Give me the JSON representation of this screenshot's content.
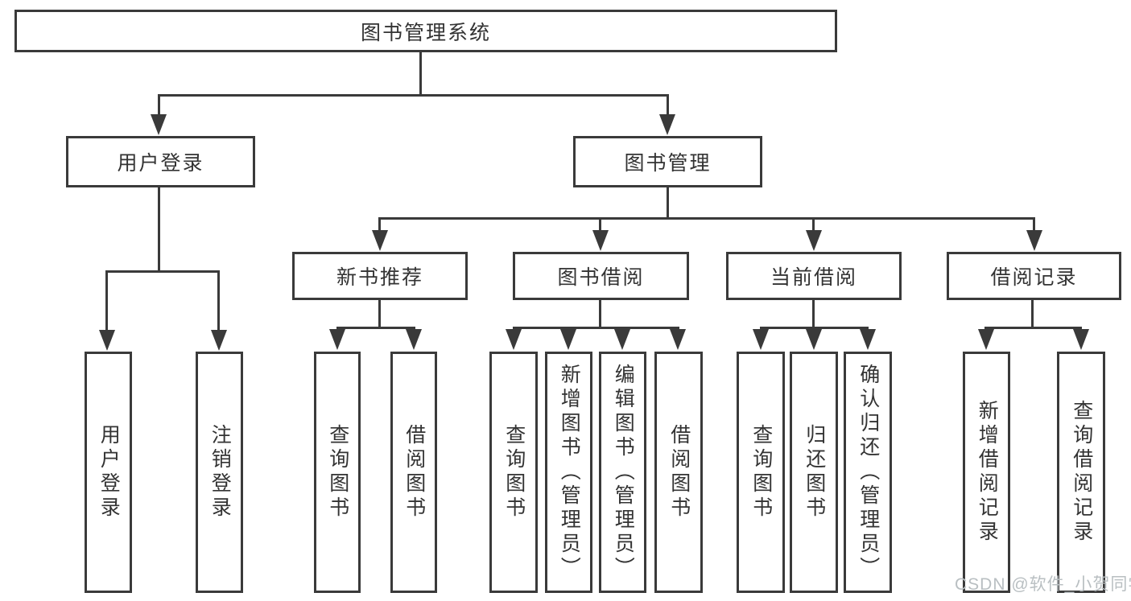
{
  "nodes": {
    "root": "图书管理系统",
    "user_login": "用户登录",
    "book_mgmt": "图书管理",
    "new_book_rec": "新书推荐",
    "book_borrow": "图书借阅",
    "current_borrow": "当前借阅",
    "borrow_records": "借阅记录",
    "leaves": {
      "user_login": "用户登录",
      "logout": "注销登录",
      "rec_query_book": "查询图书",
      "rec_borrow_book": "借阅图书",
      "bor_query_book": "查询图书",
      "bor_add_book": "新增图书（管理员）",
      "bor_edit_book": "编辑图书（管理员）",
      "bor_borrow_book": "借阅图书",
      "cur_query_book": "查询图书",
      "cur_return_book": "归还图书",
      "cur_confirm_return": "确认归还（管理员）",
      "log_add_record": "新增借阅记录",
      "log_query_record": "查询借阅记录"
    }
  },
  "watermark": "CSDN @软件_小贺同学",
  "colors": {
    "line": "#3a3a3a",
    "text": "#333333",
    "watermark": "#b9bfc2"
  }
}
